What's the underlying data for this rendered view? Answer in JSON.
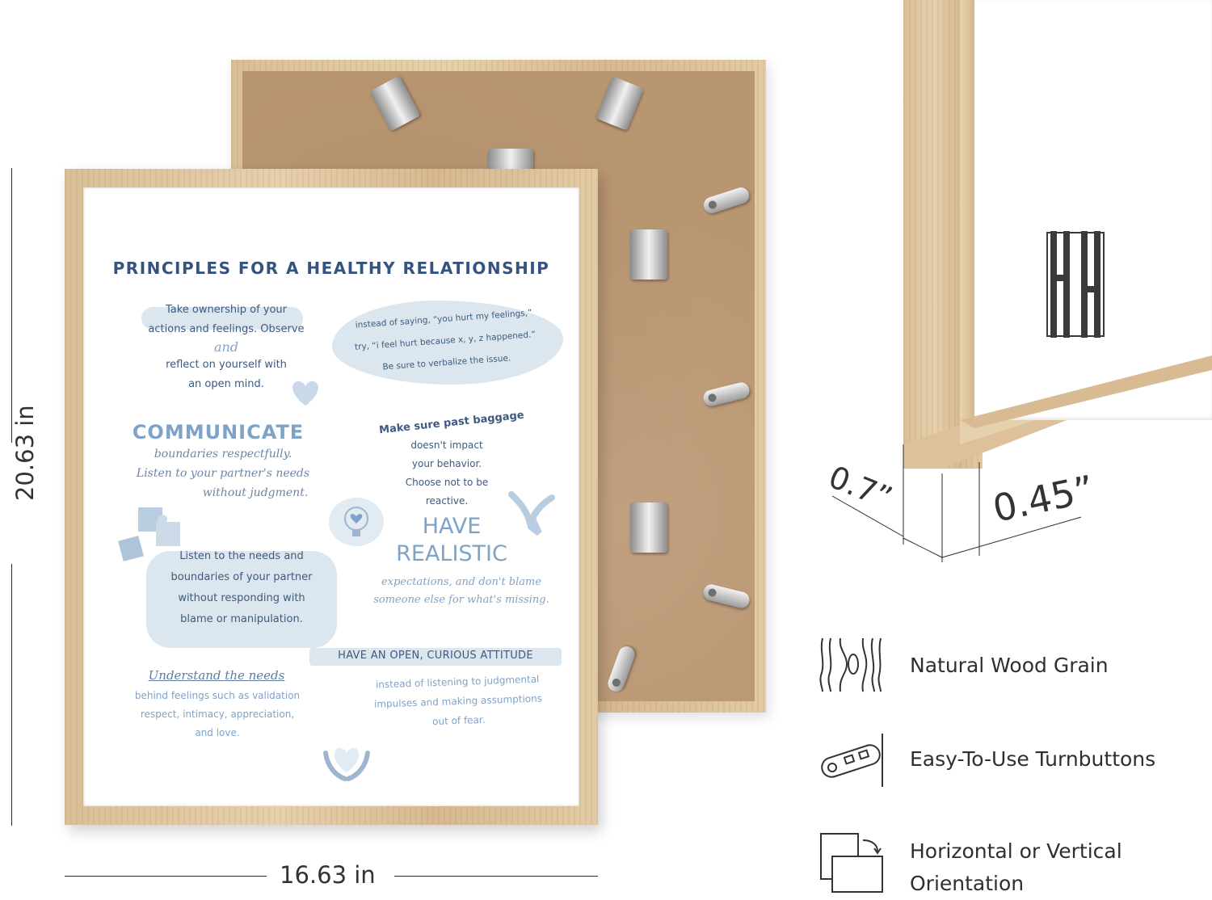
{
  "poster": {
    "title": "PRINCIPLES FOR A HEALTHY RELATIONSHIP",
    "blocks": {
      "ownership": [
        "Take ownership of your",
        "actions and feelings. Observe",
        "and",
        "reflect on yourself with",
        "an open mind."
      ],
      "instead": [
        "instead of saying, “you hurt my feelings,”",
        "try, “i feel hurt because x, y, z happened.”",
        "Be sure to verbalize the issue."
      ],
      "communicate_head": "COMMUNICATE",
      "communicate": [
        "boundaries respectfully.",
        "Listen to your partner's needs",
        "without judgment."
      ],
      "baggage_head": "Make sure past baggage",
      "baggage": [
        "doesn't impact",
        "your behavior.",
        "Choose not to be",
        "reactive."
      ],
      "realistic_1": "HAVE",
      "realistic_2": "REALISTIC",
      "realistic": [
        "expectations, and don't blame",
        "someone else for what's missing."
      ],
      "listen": [
        "Listen to the needs and",
        "boundaries of your partner",
        "without responding with",
        "blame or manipulation."
      ],
      "open_head": "HAVE AN OPEN, CURIOUS ATTITUDE",
      "open": [
        "instead of listening to judgmental",
        "impulses and making assumptions",
        "out of fear."
      ],
      "understand_head": "Understand the needs",
      "understand": [
        "behind feelings such as validation",
        "respect, intimacy, appreciation,",
        "and love."
      ]
    }
  },
  "dimensions": {
    "height": "20.63 in",
    "width": "16.63 in",
    "depth": "0.7”",
    "face": "0.45”"
  },
  "features": [
    {
      "icon": "wood-grain-icon",
      "label": "Natural Wood Grain"
    },
    {
      "icon": "turnbutton-icon",
      "label": "Easy-To-Use Turnbuttons"
    },
    {
      "icon": "orientation-icon",
      "label_line1": "Horizontal or Vertical",
      "label_line2": "Orientation"
    }
  ],
  "colors": {
    "wood": "#ddc39d",
    "backing": "#b99672",
    "poster_dark_blue": "#35537e",
    "poster_light_blue": "#7fa3c7"
  }
}
